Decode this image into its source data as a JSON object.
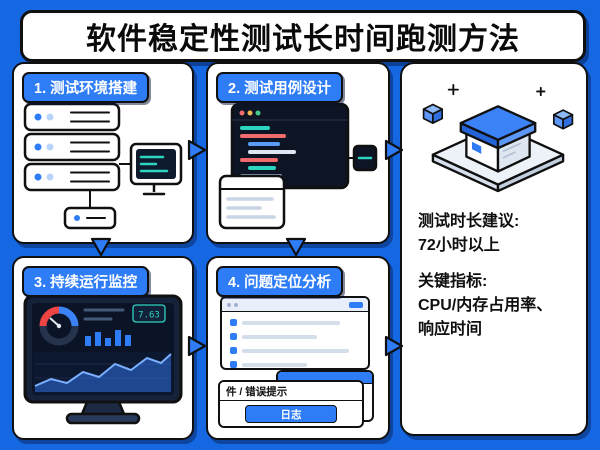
{
  "title": "软件稳定性测试长时间跑测方法",
  "steps": [
    {
      "label": "1. 测试环境搭建"
    },
    {
      "label": "2. 测试用例设计"
    },
    {
      "label": "3. 持续运行监控"
    },
    {
      "label": "4. 问题定位分析"
    }
  ],
  "monitor": {
    "value": "7.63"
  },
  "dialog": {
    "title": "件 / 错误提示",
    "button": "日志"
  },
  "panel": {
    "line1": "测试时长建议:",
    "line2": "72小时以上",
    "line3": "关键指标:",
    "line4": "CPU/内存占用率、",
    "line5": "响应时间"
  },
  "colors": {
    "background": "#1567e2",
    "accent": "#2f7df6",
    "outline": "#101010",
    "terminal_green": "#2dd4bf",
    "alert_red": "#ef4444"
  }
}
